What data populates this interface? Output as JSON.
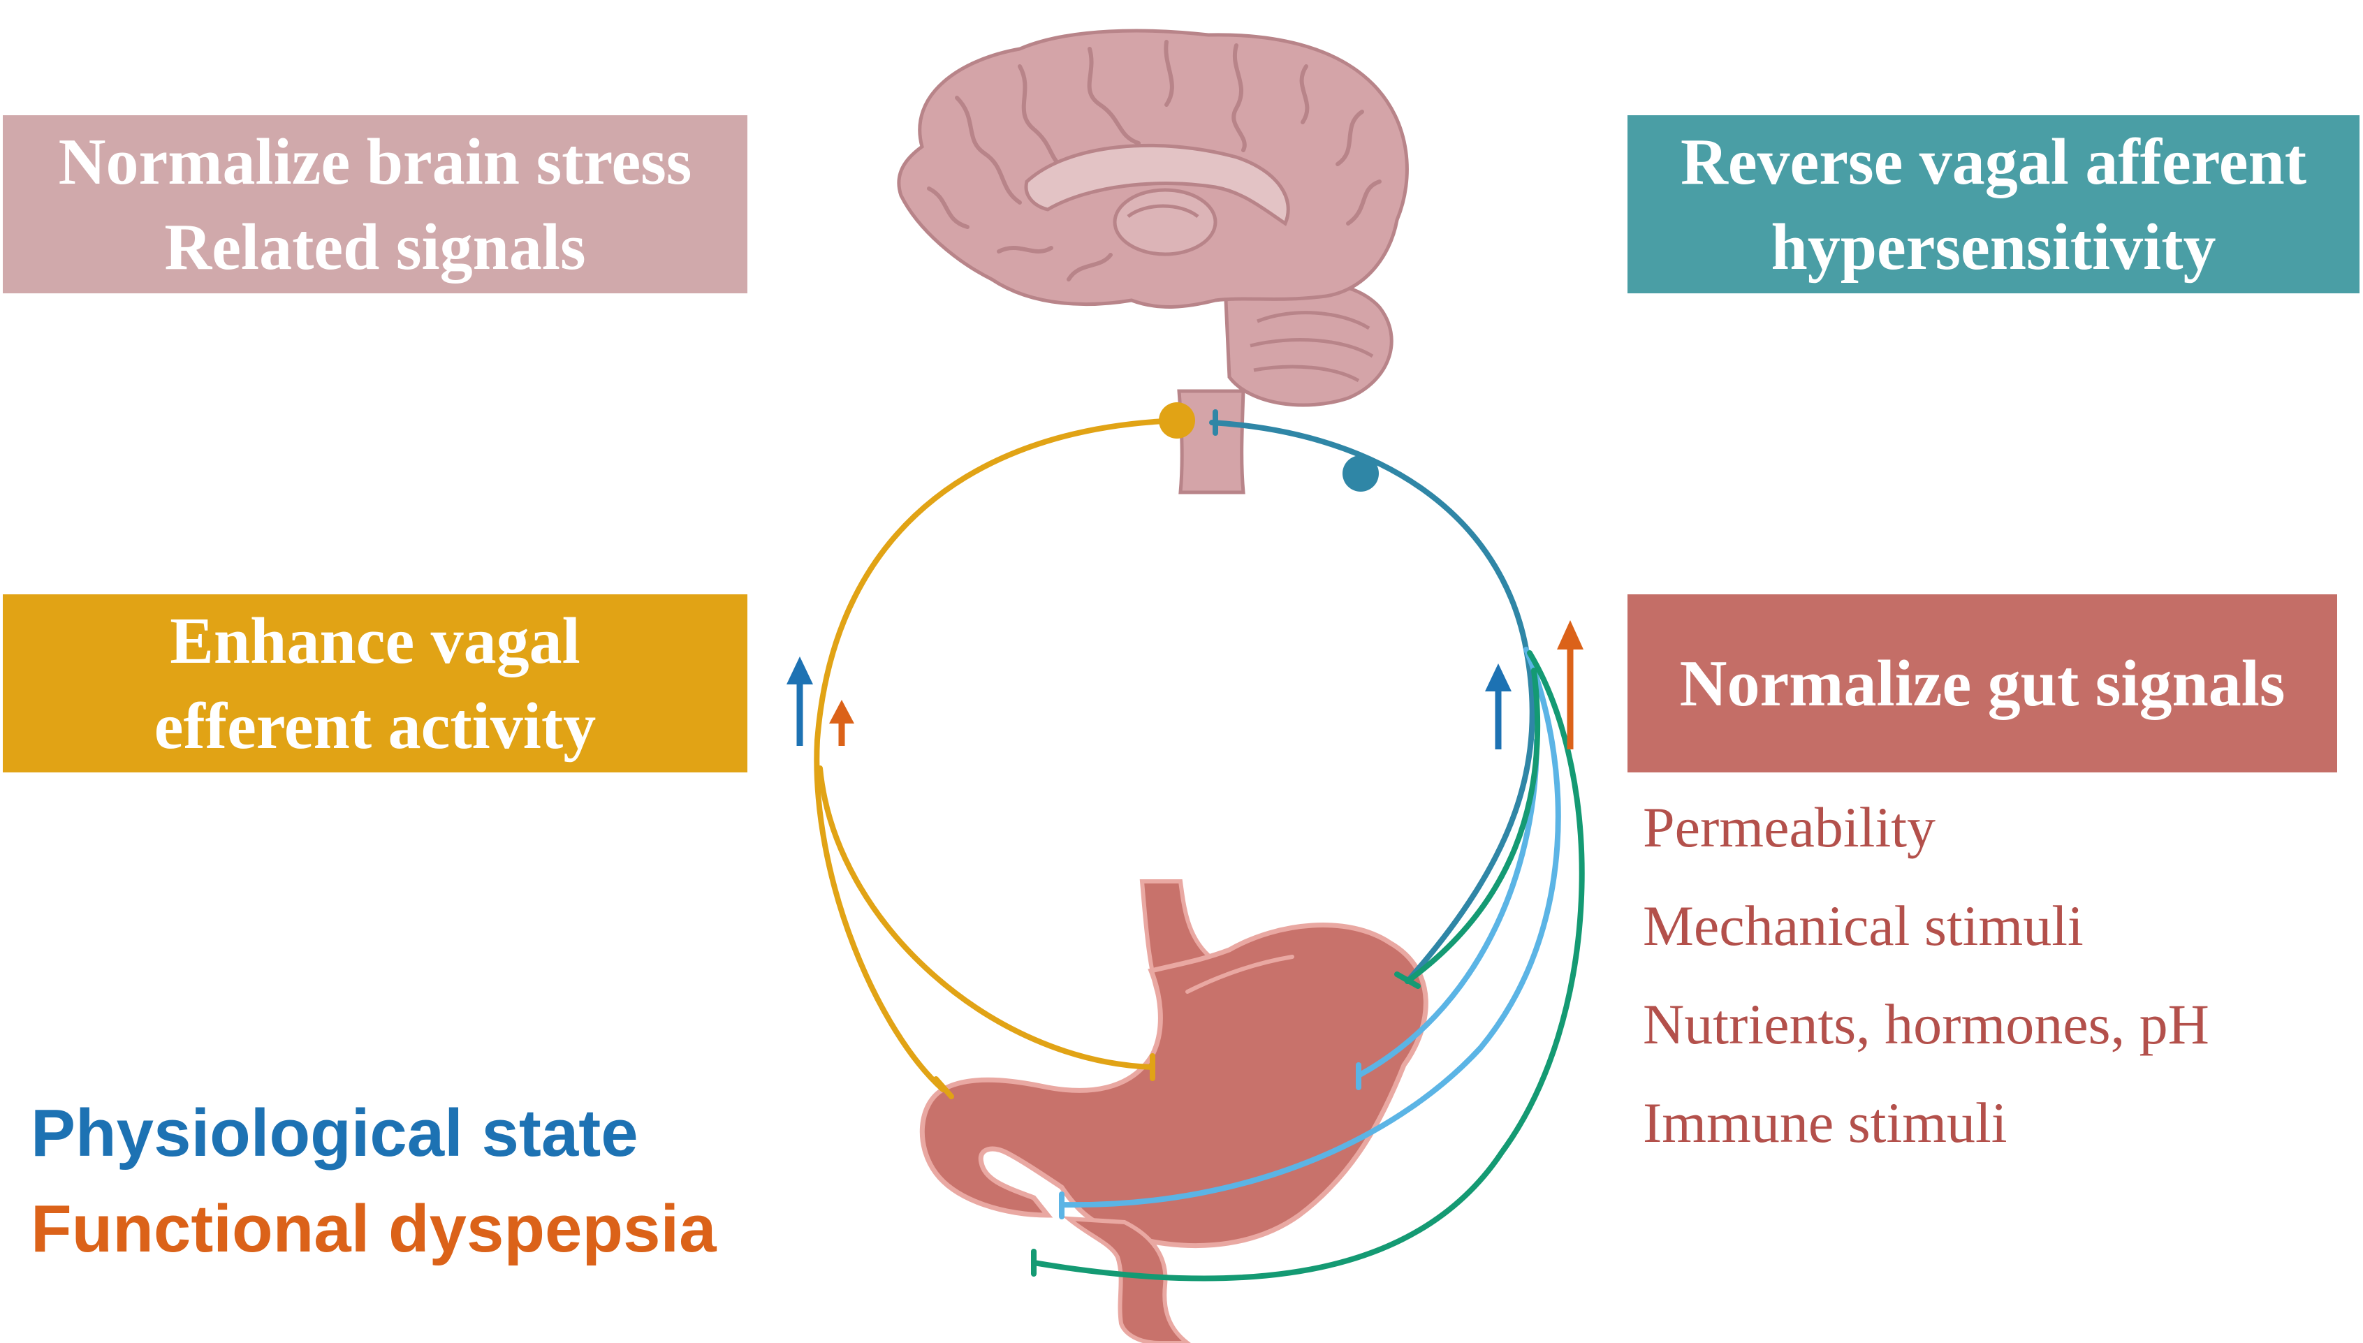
{
  "boxes": {
    "brain_stress": {
      "lines": [
        "Normalize brain stress",
        "Related signals"
      ],
      "color": "#d0a9ab"
    },
    "vagal_afferent": {
      "lines": [
        "Reverse vagal afferent",
        "hypersensitivity"
      ],
      "color": "#4a9ea5"
    },
    "vagal_efferent": {
      "lines": [
        "Enhance vagal",
        "efferent activity"
      ],
      "color": "#e1a315"
    },
    "gut_signals": {
      "lines": [
        "Normalize gut signals"
      ],
      "color": "#c46e67"
    }
  },
  "gut_signal_items": [
    "Permeability",
    "Mechanical stimuli",
    "Nutrients, hormones, pH",
    "Immune stimuli"
  ],
  "legend": {
    "physiological": {
      "label": "Physiological state",
      "color": "#1d72b3"
    },
    "dyspepsia": {
      "label": "Functional dyspepsia",
      "color": "#db6219"
    }
  },
  "pathways": {
    "efferent": {
      "color": "#e1a315"
    },
    "afferent_main": {
      "color": "#2f86a6"
    },
    "afferent_mucosal": {
      "color": "#5bb4e5"
    },
    "afferent_muscular": {
      "color": "#149a73"
    }
  },
  "icons": [
    "brain-icon",
    "stomach-icon",
    "up-arrow-icon"
  ]
}
